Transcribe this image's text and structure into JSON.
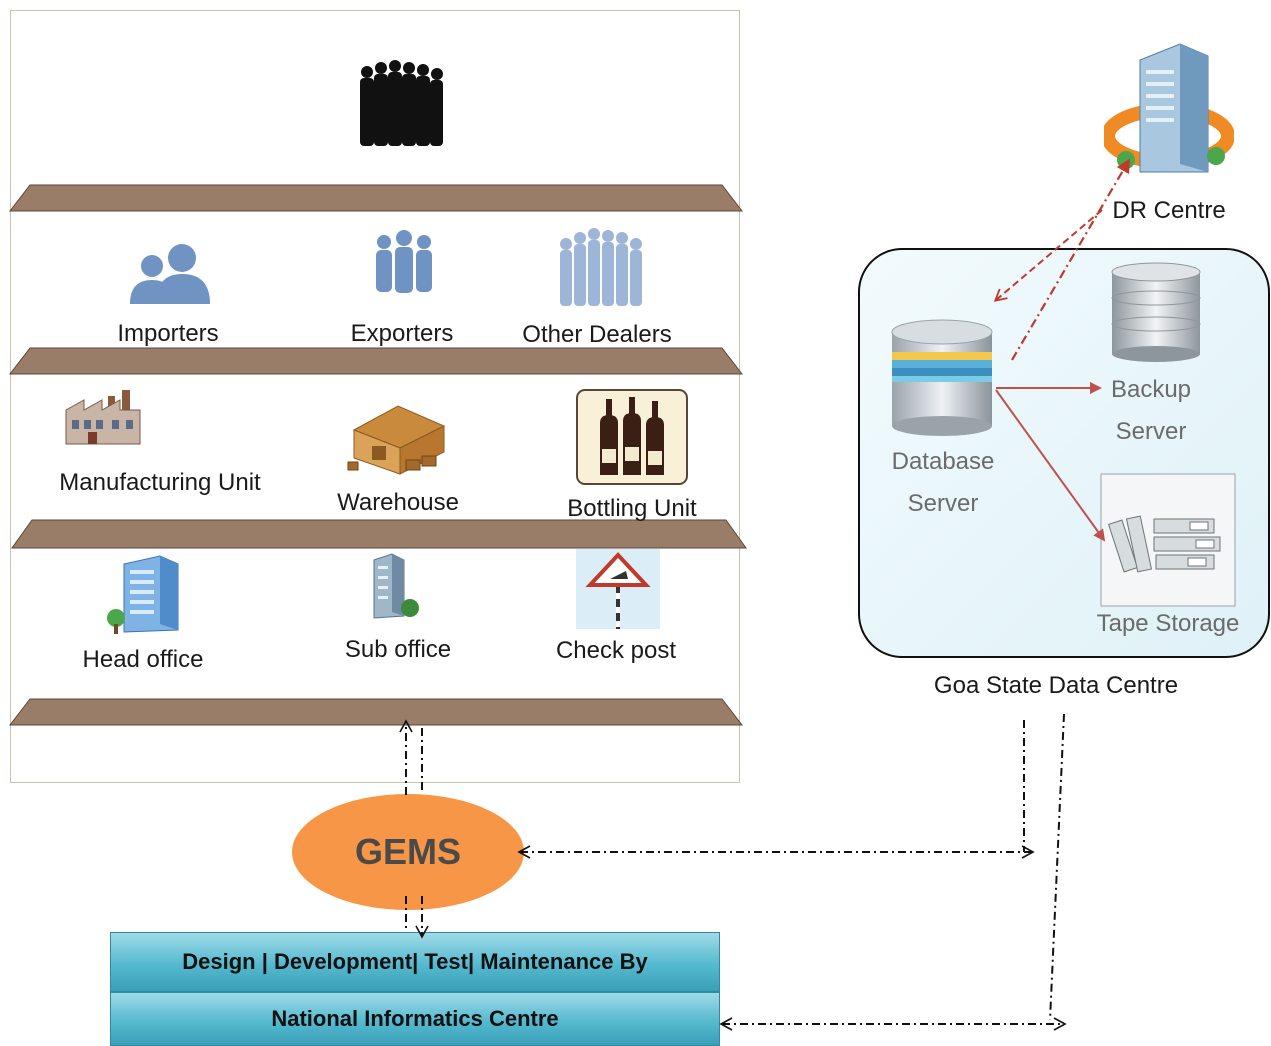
{
  "stack": {
    "tier1": [
      "Importers",
      "Exporters",
      "Other Dealers"
    ],
    "tier2": [
      "Manufacturing Unit",
      "Warehouse",
      "Bottling Unit"
    ],
    "tier3": [
      "Head office",
      "Sub office",
      "Check post"
    ]
  },
  "dr_centre": "DR Centre",
  "data_centre": {
    "title": "Goa State Data Centre",
    "database_server": [
      "Database",
      "Server"
    ],
    "backup_server": [
      "Backup",
      "Server"
    ],
    "tape_storage": "Tape Storage"
  },
  "gems": "GEMS",
  "nic": {
    "line1": "Design | Development| Test| Maintenance By",
    "line2": "National Informatics Centre"
  },
  "colors": {
    "shelf": "#9a7d68",
    "gems": "#f79646",
    "dr_arrow": "#c0392b",
    "flow_arrow": "#c0504d",
    "people": "#8eaed4"
  }
}
